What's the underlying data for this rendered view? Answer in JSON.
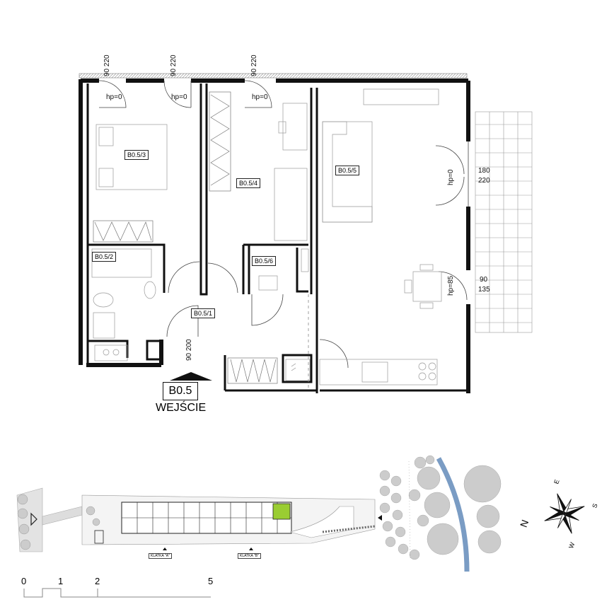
{
  "dimensions": [
    {
      "id": "d1",
      "width": "90",
      "height": "220"
    },
    {
      "id": "d2",
      "width": "90",
      "height": "220"
    },
    {
      "id": "d3",
      "width": "90",
      "height": "220"
    },
    {
      "id": "d4",
      "width": "180",
      "height": "220"
    },
    {
      "id": "d5",
      "width": "90",
      "height": "135"
    },
    {
      "id": "d6",
      "width": "90",
      "height": "200"
    }
  ],
  "thresholds": [
    "hp=0",
    "hp=0",
    "hp=0",
    "hp=0",
    "hp=85"
  ],
  "rooms": [
    "B0.5/3",
    "B0.5/4",
    "B0.5/5",
    "B0.5/2",
    "B0.5/6",
    "B0.5/1"
  ],
  "apartment": {
    "code": "B0.5",
    "entry_label": "WEJŚCIE"
  },
  "site_plan": {
    "stairwell_a": "KLATKA \"A\"",
    "stairwell_b": "KLATKA \"B\"",
    "highlight_color": "#9acd32"
  },
  "compass": {
    "n": "N",
    "e": "E",
    "s": "S",
    "w": "W"
  },
  "scale_bar": {
    "ticks": [
      "0",
      "1",
      "2",
      "5"
    ]
  }
}
